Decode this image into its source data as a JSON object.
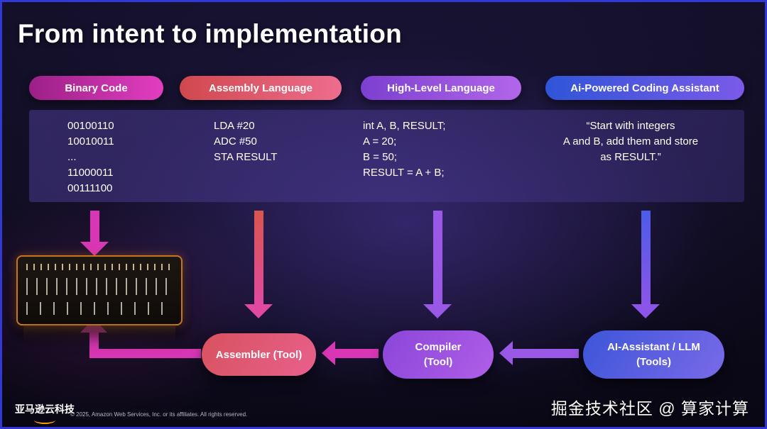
{
  "title": "From intent to implementation",
  "columns": [
    {
      "header": "Binary Code",
      "lines": [
        "00100110",
        "10010011",
        "...",
        "11000011",
        "00111100"
      ]
    },
    {
      "header": "Assembly Language",
      "lines": [
        "LDA #20",
        "ADC #50",
        "STA RESULT"
      ]
    },
    {
      "header": "High-Level Language",
      "lines": [
        "int A, B, RESULT;",
        "A = 20;",
        "B = 50;",
        "RESULT = A + B;"
      ]
    },
    {
      "header": "Ai-Powered Coding Assistant",
      "lines": [
        "“Start with integers",
        "A and B, add them and store",
        "as RESULT.”"
      ]
    }
  ],
  "tools": [
    {
      "label": "Assembler (Tool)"
    },
    {
      "line1": "Compiler",
      "line2": "(Tool)"
    },
    {
      "line1": "AI-Assistant / LLM",
      "line2": "(Tools)"
    }
  ],
  "footer": {
    "brand": "亚马逊云科技",
    "copyright": "© 2025, Amazon Web Services, Inc. or its affiliates. All rights reserved."
  },
  "watermark": "掘金技术社区 @ 算家计算",
  "colors": {
    "frame": "#3138d6",
    "magenta": "#d836b4",
    "assembly-top": "#d8564e",
    "assembly-bottom": "#e0499f",
    "purple": "#9a58e6",
    "ai-top": "#4c5ce8",
    "ai-bottom": "#8a55e8",
    "panel-orange": "#c8761e",
    "aws-orange": "#ff9900"
  }
}
